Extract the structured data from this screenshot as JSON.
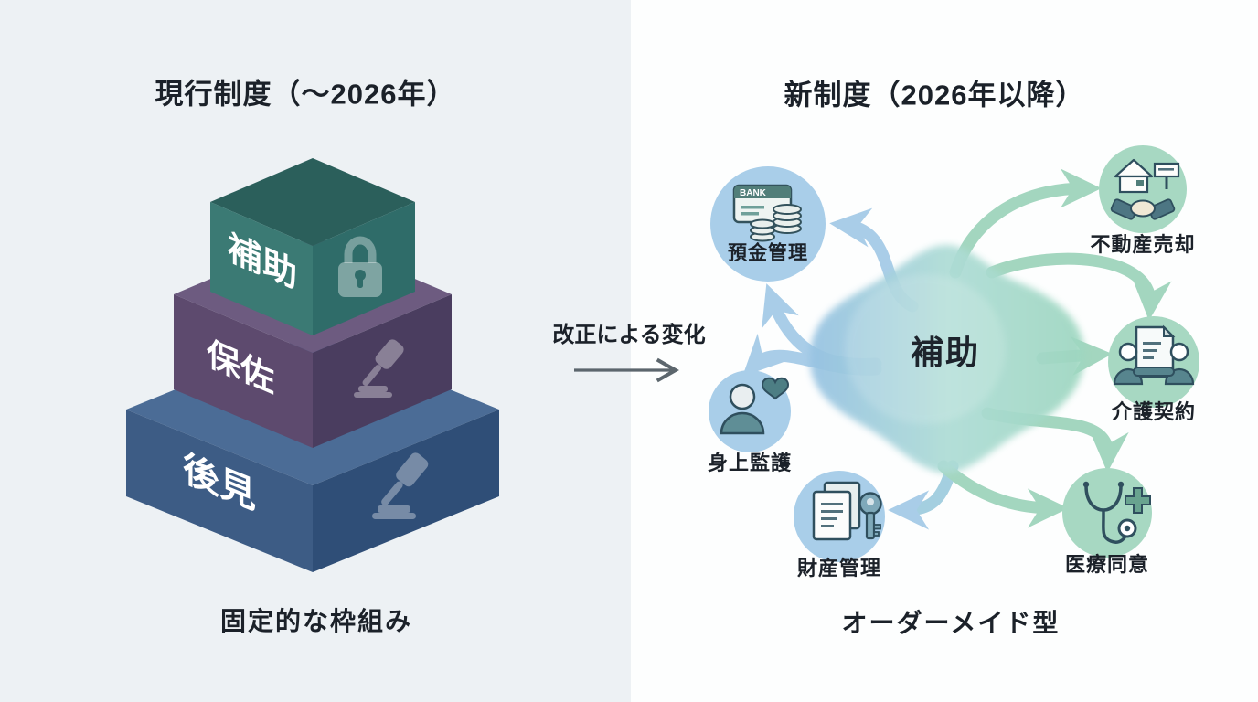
{
  "left_panel": {
    "title": "現行制度（〜2026年）",
    "caption": "固定的な枠組み",
    "pyramid": {
      "tiers": [
        {
          "label": "補助",
          "icon": "lock-icon",
          "colors": {
            "top": "#2b5f5b",
            "left": "#3b7a74",
            "right": "#2f6c69"
          }
        },
        {
          "label": "保佐",
          "icon": "gavel-icon",
          "colors": {
            "top": "#6d5b80",
            "left": "#5d4a6e",
            "right": "#4a3d5f"
          }
        },
        {
          "label": "後見",
          "icon": "gavel-icon",
          "colors": {
            "top": "#4b6c96",
            "left": "#3d5c85",
            "right": "#2f4e77"
          }
        }
      ]
    }
  },
  "transition": {
    "label": "改正による変化",
    "arrow_color": "#5c666d"
  },
  "right_panel": {
    "title": "新制度（2026年以降）",
    "caption": "オーダーメイド型",
    "center": {
      "label": "補助",
      "blob_color_left": "#96c2e2",
      "blob_color_right": "#9ed7c0"
    },
    "arrow_colors": {
      "blue": "#a9cde8",
      "green": "#a3d6bf"
    },
    "nodes": [
      {
        "label": "預金管理",
        "icon": "bank-card-coins-icon",
        "color": "#a9cee9",
        "card_text": "BANK"
      },
      {
        "label": "不動産売却",
        "icon": "house-handshake-icon",
        "color": "#a7d8c2"
      },
      {
        "label": "介護契約",
        "icon": "contract-people-icon",
        "color": "#a7d8c2"
      },
      {
        "label": "医療同意",
        "icon": "stethoscope-cross-icon",
        "color": "#a7d8c2"
      },
      {
        "label": "財産管理",
        "icon": "documents-key-icon",
        "color": "#a9cee9"
      },
      {
        "label": "身上監護",
        "icon": "person-heart-icon",
        "color": "#a9cee9"
      }
    ]
  }
}
